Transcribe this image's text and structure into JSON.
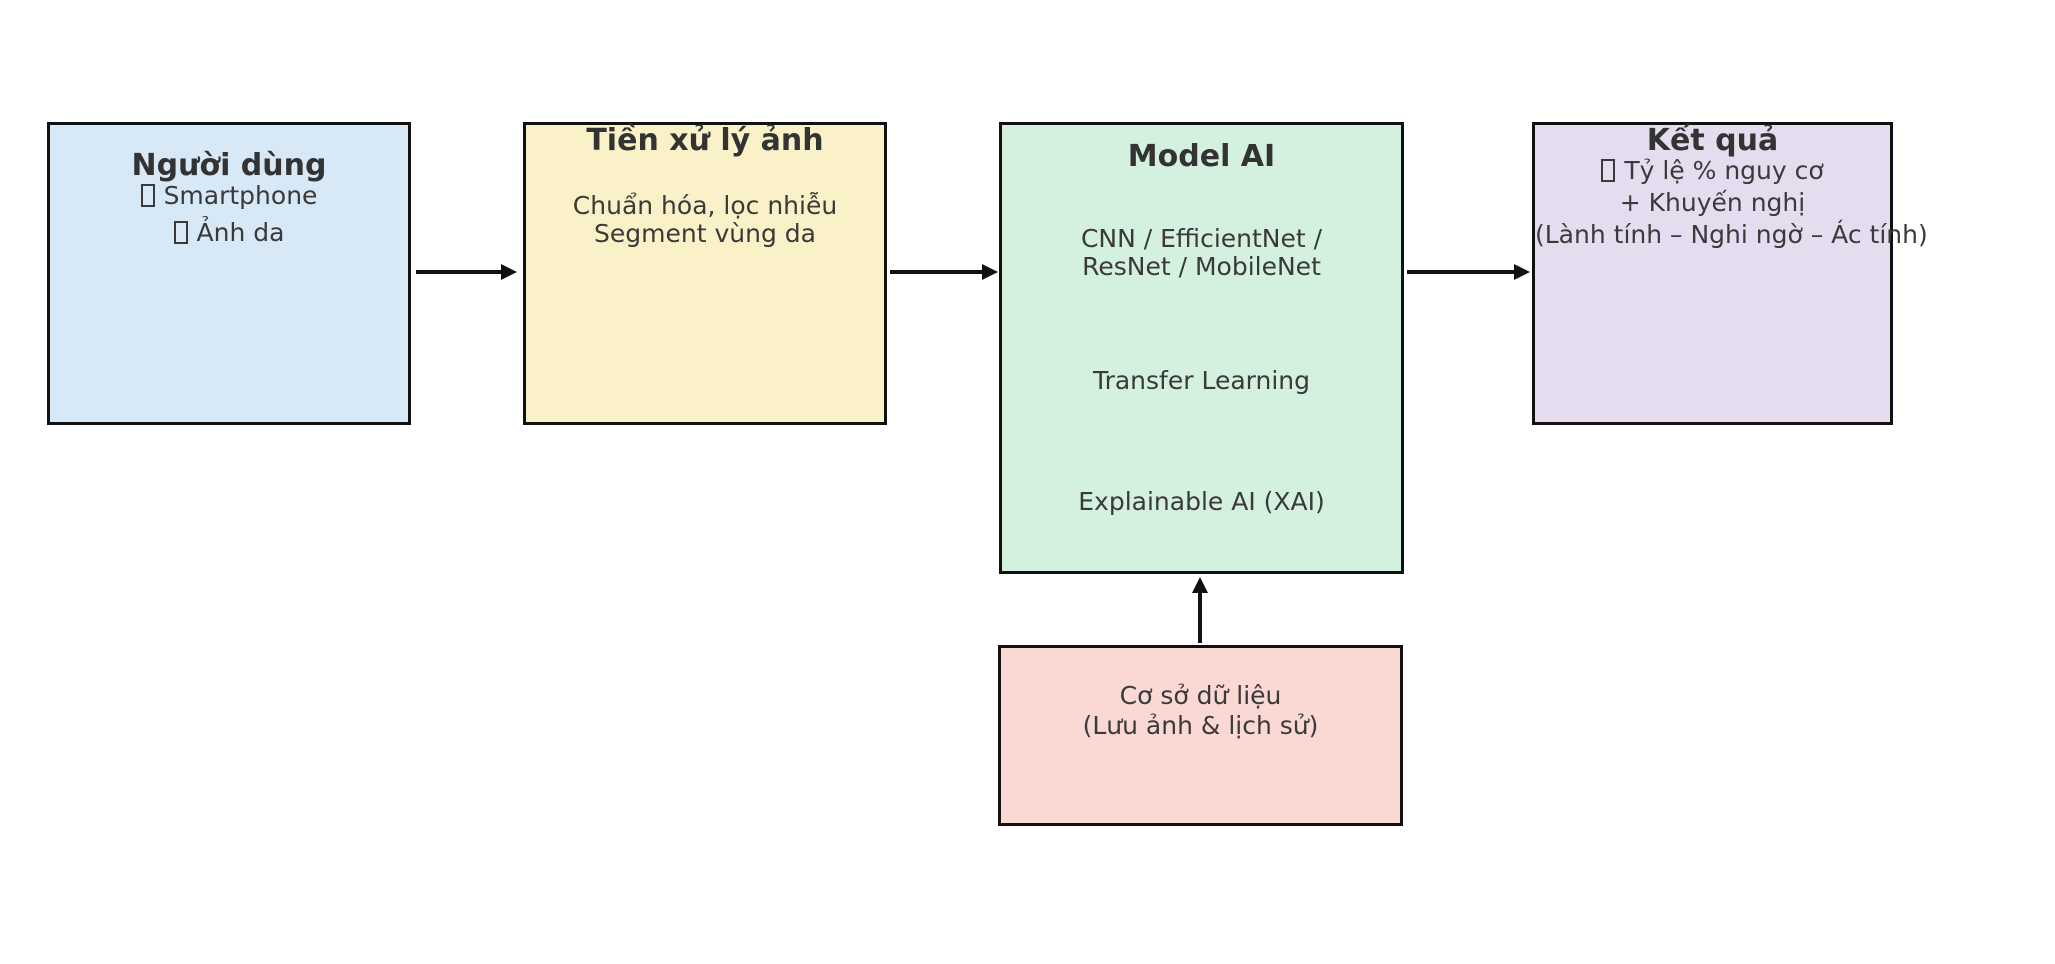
{
  "boxes": {
    "user": {
      "title": "Người dùng",
      "line1": "Smartphone",
      "line2": "Ảnh da"
    },
    "preprocess": {
      "title": "Tiền xử lý ảnh",
      "line1": "Chuẩn hóa, lọc nhiễu",
      "line2": "Segment vùng da"
    },
    "model": {
      "title": "Model AI",
      "line1": "CNN / EfficientNet /",
      "line2": "ResNet / MobileNet",
      "line3": "Transfer Learning",
      "line4": "Explainable AI (XAI)"
    },
    "result": {
      "title": "Kết quả",
      "line1": "Tỷ lệ % nguy cơ",
      "line2": "+ Khuyến nghị",
      "line3": "(Lành tính – Nghi ngờ – Ác tính)"
    },
    "database": {
      "line1": "Cơ sở dữ liệu",
      "line2": "(Lưu ảnh & lịch sử)"
    }
  },
  "colors": {
    "user_fill": "#d7e8f7",
    "preprocess_fill": "#fbf1c8",
    "model_fill": "#d4f0de",
    "result_fill": "#e6dcf0",
    "database_fill": "#fad8d4",
    "border": "#111111",
    "text": "#333333"
  }
}
